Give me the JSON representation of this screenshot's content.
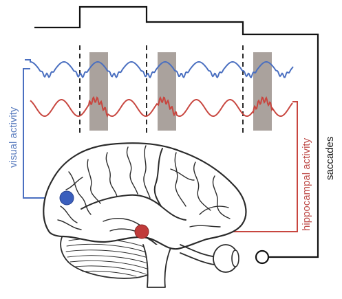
{
  "labels": {
    "visual": "visual activity",
    "hippocampal": "hippocampal activity",
    "saccades": "saccades"
  },
  "colors": {
    "visual": "#4a6fc0",
    "hippocampal": "#c8463f",
    "saccades": "#111111",
    "shade": "#a9a19c",
    "brain_outline": "#2b2b2b"
  }
}
